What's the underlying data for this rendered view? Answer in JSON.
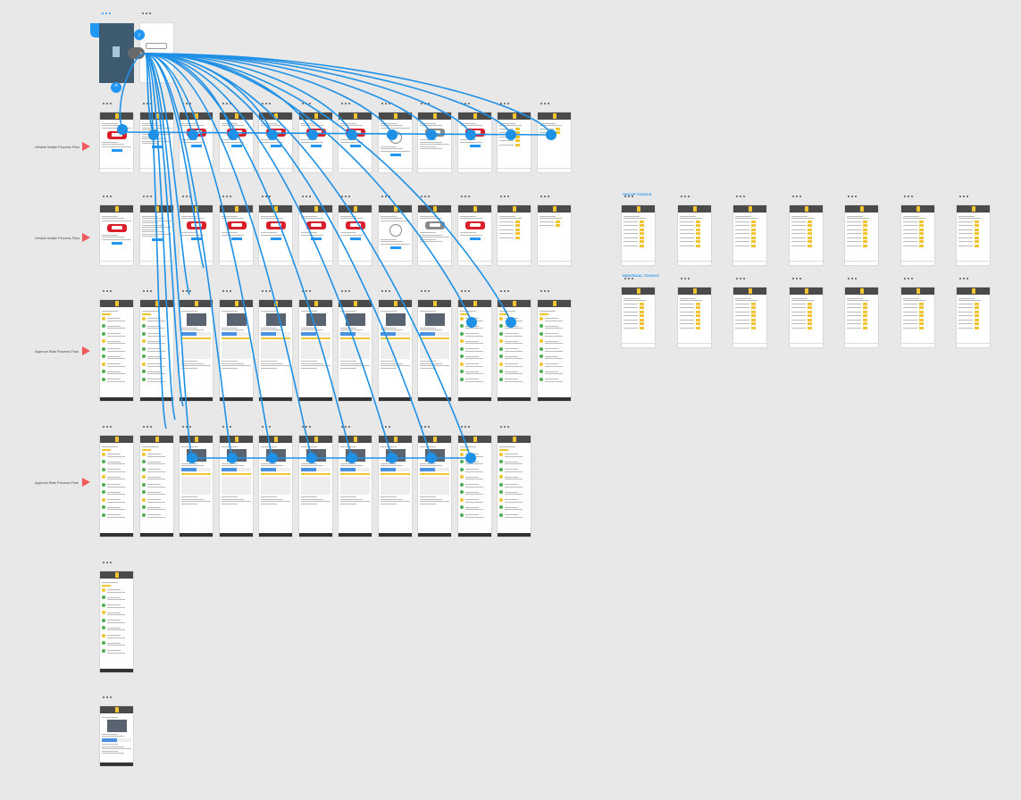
{
  "canvas": {
    "background": "#e8e8e8",
    "wire_color": "#1e90e6",
    "hotspot_color": "#1e90e6",
    "marker_color": "#f05a5a"
  },
  "row_labels": [
    {
      "text": "Vehicle Intake Process Flow"
    },
    {
      "text": "Vehicle Intake Process Flow"
    },
    {
      "text": "Approve Bids Process Flow"
    },
    {
      "text": "Approve Bids Process Flow"
    }
  ],
  "section_labels": {
    "group": "GROUP TOGGLE",
    "individual": "INDIVIDUAL TOGGLE"
  },
  "rows": [
    {
      "count": 12,
      "kind": "intake"
    },
    {
      "count": 12,
      "kind": "intake"
    },
    {
      "count": 12,
      "kind": "bids"
    },
    {
      "count": 11,
      "kind": "bids"
    },
    {
      "count": 1,
      "kind": "bids"
    },
    {
      "count": 1,
      "kind": "bid-detail"
    }
  ],
  "toggle_rows": [
    {
      "count": 7
    },
    {
      "count": 7
    }
  ]
}
